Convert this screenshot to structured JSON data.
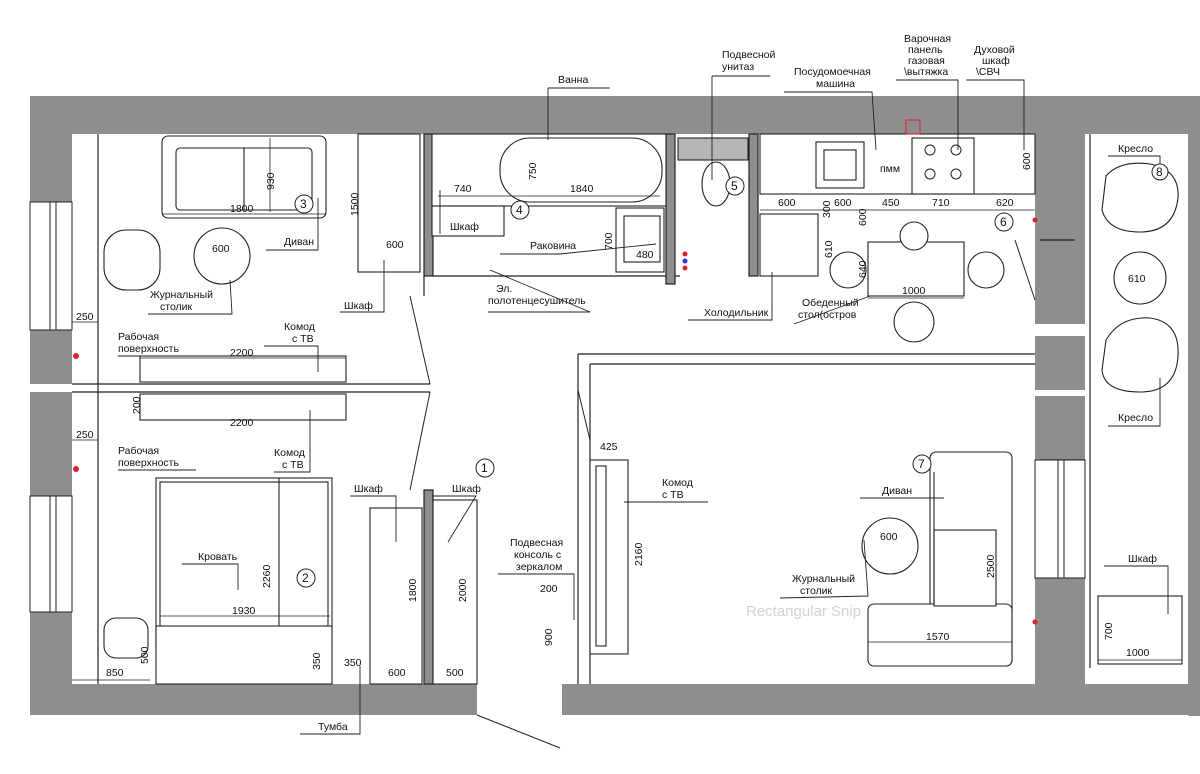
{
  "labels": {
    "vanna": "Ванна",
    "podvesnoi_unitaz": [
      "Подвесной",
      "унитаз"
    ],
    "posudomoechnaya": [
      "Посудомоечная",
      "машина"
    ],
    "varochnaya": [
      "Варочная",
      "панель",
      "газовая",
      "\\вытяжка"
    ],
    "duhovoi": [
      "Духовой",
      "шкаф",
      "\\СВЧ"
    ],
    "kreslo_top": "Кресло",
    "kreslo_bottom": "Кресло",
    "divan_top": "Диван",
    "divan_living": "Диван",
    "shkaf_hall": "Шкаф",
    "shkaf_bath": "Шкаф",
    "rakovina": "Раковина",
    "el_polotencesushitel": [
      "Эл.",
      "полотенцесушитель"
    ],
    "holodilnik": "Холодильник",
    "obedennyi_stol": [
      "Обеденный",
      "стол(остров"
    ],
    "pmm": "пмм",
    "zhurnalnyi_stolik_top": [
      "Журнальный",
      "столик"
    ],
    "rabochaya_1": [
      "Рабочая",
      "поверхность"
    ],
    "rabochaya_2": [
      "Рабочая",
      "поверхность"
    ],
    "komod_tv_1": [
      "Комод",
      "с ТВ"
    ],
    "komod_tv_2": [
      "Комод",
      "с ТВ"
    ],
    "komod_tv_living": [
      "Комод",
      "с ТВ"
    ],
    "krovat": "Кровать",
    "shkaf_bed_1": "Шкаф",
    "shkaf_bed_2": "Шкаф",
    "podvesnaya_konsol": [
      "Подвесная",
      "консоль с",
      "зеркалом"
    ],
    "zhurnalnyi_stolik_living": [
      "Журнальный",
      "столик"
    ],
    "shkaf_balcony": "Шкаф",
    "tumba": "Тумба",
    "watermark": "Rectangular Snip"
  },
  "room_numbers": [
    "1",
    "2",
    "3",
    "4",
    "5",
    "6",
    "7",
    "8"
  ],
  "dimensions": {
    "sofa_len": "1800",
    "sofa_depth": "930",
    "table_600_top": "600",
    "hall_1500": "1500",
    "hall_600": "600",
    "bath_740": "740",
    "bath_750": "750",
    "bath_1840": "1840",
    "sink_700": "700",
    "sink_480": "480",
    "k_600a": "600",
    "k_300": "300",
    "k_600b": "600",
    "k_450": "450",
    "k_710": "710",
    "k_620": "620",
    "k_600v": "600",
    "k_610": "610",
    "k_600d": "600",
    "k_640": "640",
    "k_1000": "1000",
    "arm_610": "610",
    "w_250a": "250",
    "w_250b": "250",
    "w_2200a": "2200",
    "w_2200b": "2200",
    "w_200": "200",
    "liv_425": "425",
    "liv_2160": "2160",
    "liv_600": "600",
    "liv_2500": "2500",
    "liv_1570": "1570",
    "con_200": "200",
    "con_900": "900",
    "bed_2260": "2260",
    "bed_1930": "1930",
    "bed_850": "850",
    "bed_500": "500",
    "bed_350": "350",
    "bed_350b": "350",
    "wd_1800": "1800",
    "wd_600": "600",
    "wd_2000": "2000",
    "wd_500": "500",
    "bal_700": "700",
    "bal_1000": "1000"
  },
  "colors": {
    "wall": "#8e8e90",
    "line": "#222222",
    "red": "#e0202a",
    "blue": "#2a3ad0",
    "bg": "#ffffff"
  }
}
